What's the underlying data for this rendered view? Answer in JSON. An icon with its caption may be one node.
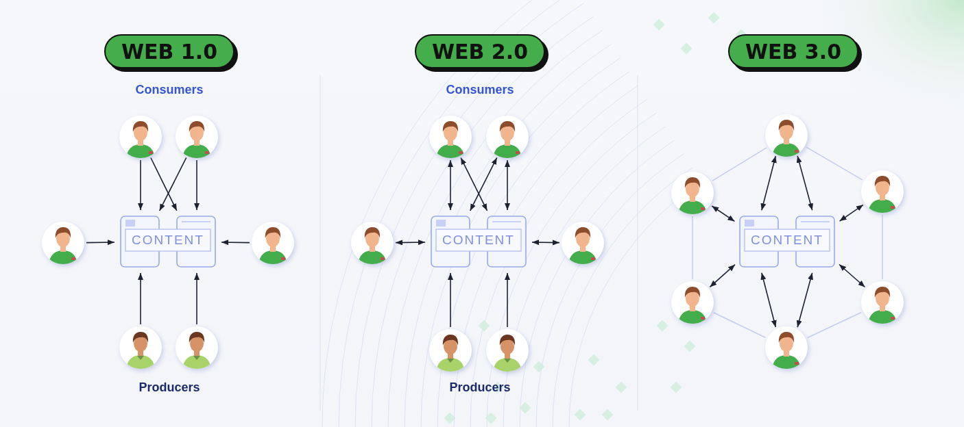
{
  "diagram": {
    "nodes": [
      {
        "text": [
          "WEB 1.0"
        ]
      },
      {
        "text": [],
        "shape": "person"
      },
      {
        "text": [],
        "shape": "person"
      },
      {
        "text": [],
        "shape": "person"
      },
      {
        "text": [
          "CONTENT"
        ]
      },
      {
        "text": [],
        "shape": "person"
      },
      {
        "text": [],
        "shape": "person"
      },
      {
        "text": [],
        "shape": "person"
      },
      {
        "text": [
          "WEB 2.0"
        ]
      },
      {
        "text": [],
        "shape": "person"
      },
      {
        "text": [],
        "shape": "person"
      },
      {
        "text": [],
        "shape": "person"
      },
      {
        "text": [
          "CONTENT"
        ]
      },
      {
        "text": [],
        "shape": "person"
      },
      {
        "text": [],
        "shape": "person"
      },
      {
        "text": [],
        "shape": "person"
      },
      {
        "text": [
          "WEB 3.0"
        ]
      },
      {
        "text": [],
        "shape": "person"
      },
      {
        "text": [],
        "shape": "person"
      },
      {
        "text": [],
        "shape": "person"
      },
      {
        "text": [
          "CONTENT"
        ]
      },
      {
        "text": [],
        "shape": "person"
      },
      {
        "text": [],
        "shape": "person"
      },
      {
        "text": [],
        "shape": "person"
      }
    ],
    "edges": [
      {
        "from": 1,
        "to": 4,
        "arrow": "to"
      },
      {
        "from": 1,
        "to": 4,
        "arrow": "to"
      },
      {
        "from": 2,
        "to": 4,
        "arrow": "to"
      },
      {
        "from": 2,
        "to": 4,
        "arrow": "to"
      },
      {
        "from": 3,
        "to": 4,
        "arrow": "to"
      },
      {
        "from": 5,
        "to": 4,
        "arrow": "to"
      },
      {
        "from": 6,
        "to": 4,
        "arrow": "to"
      },
      {
        "from": 7,
        "to": 4,
        "arrow": "to"
      },
      {
        "from": 9,
        "to": 12,
        "arrow": "both"
      },
      {
        "from": 9,
        "to": 12,
        "arrow": "both"
      },
      {
        "from": 10,
        "to": 12,
        "arrow": "both"
      },
      {
        "from": 10,
        "to": 12,
        "arrow": "both"
      },
      {
        "from": 11,
        "to": 12,
        "arrow": "both"
      },
      {
        "from": 13,
        "to": 12,
        "arrow": "both"
      },
      {
        "from": 14,
        "to": 12,
        "arrow": "to"
      },
      {
        "from": 15,
        "to": 12,
        "arrow": "to"
      },
      {
        "from": 17,
        "to": 20,
        "arrow": "both"
      },
      {
        "from": 17,
        "to": 20,
        "arrow": "both"
      },
      {
        "from": 18,
        "to": 20,
        "arrow": "both"
      },
      {
        "from": 19,
        "to": 20,
        "arrow": "both"
      },
      {
        "from": 21,
        "to": 20,
        "arrow": "both"
      },
      {
        "from": 22,
        "to": 20,
        "arrow": "both"
      },
      {
        "from": 23,
        "to": 20,
        "arrow": "both"
      },
      {
        "from": 23,
        "to": 20,
        "arrow": "both"
      },
      {
        "from": 17,
        "to": 18,
        "arrow": "none",
        "color": "#c5cdec"
      },
      {
        "from": 17,
        "to": 19,
        "arrow": "none",
        "color": "#c5cdec"
      },
      {
        "from": 18,
        "to": 21,
        "arrow": "none",
        "color": "#c5cdec"
      },
      {
        "from": 19,
        "to": 22,
        "arrow": "none",
        "color": "#c5cdec"
      },
      {
        "from": 21,
        "to": 23,
        "arrow": "none",
        "color": "#c5cdec"
      },
      {
        "from": 22,
        "to": 23,
        "arrow": "none",
        "color": "#c5cdec"
      }
    ],
    "labels": [
      "Consumers",
      "Consumers",
      "Producers",
      "Producers"
    ]
  }
}
